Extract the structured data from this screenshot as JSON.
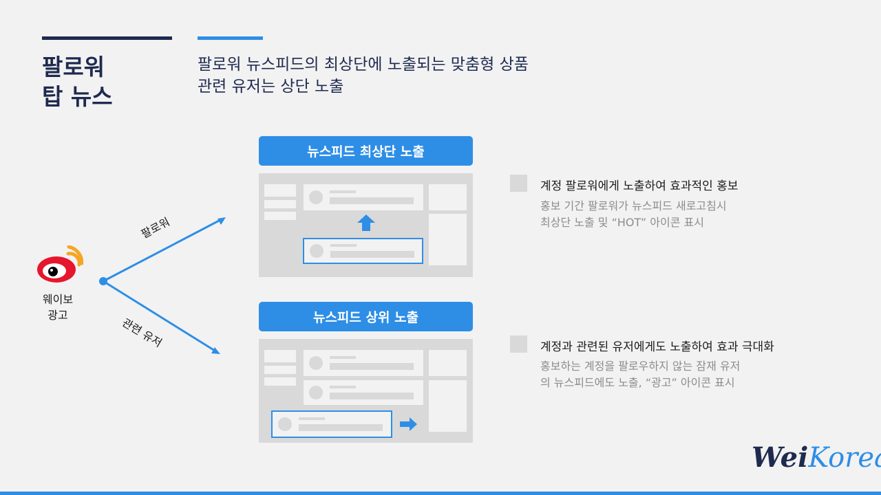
{
  "header": {
    "title_line1": "팔로워",
    "title_line2": "탑 뉴스",
    "subtitle_line1": "팔로워 뉴스피드의 최상단에 노출되는 맞춤형 상품",
    "subtitle_line2": "관련 유저는 상단 노출"
  },
  "weibo": {
    "label_line1": "웨이보",
    "label_line2": "광고"
  },
  "branches": {
    "upper": "팔로워",
    "lower": "관련 유저"
  },
  "cards": [
    {
      "pill": "뉴스피드 최상단 노출"
    },
    {
      "pill": "뉴스피드 상위 노출"
    }
  ],
  "features": [
    {
      "heading": "계정 팔로워에게 노출하여 효과적인 홍보",
      "desc_line1": "홍보 기간 팔로워가 뉴스피드 새로고침시",
      "desc_line2": "최상단 노출 및 “HOT” 아이콘 표시"
    },
    {
      "heading": "계정과 관련된 유저에게도 노출하여 효과 극대화",
      "desc_line1": "홍보하는 계정을 팔로우하지 않는 잠재 유저",
      "desc_line2": "의 뉴스피드에도 노출, “광고” 아이콘 표시"
    }
  ],
  "brand": {
    "part1": "Wei",
    "part2": "Korea"
  },
  "colors": {
    "accent": "#2e8ee6",
    "title": "#1f2a4f",
    "weibo_red": "#e6162d",
    "weibo_orange": "#f5a623"
  },
  "icons": [
    "weibo-logo-icon",
    "arrow-up-icon",
    "arrow-right-icon"
  ]
}
